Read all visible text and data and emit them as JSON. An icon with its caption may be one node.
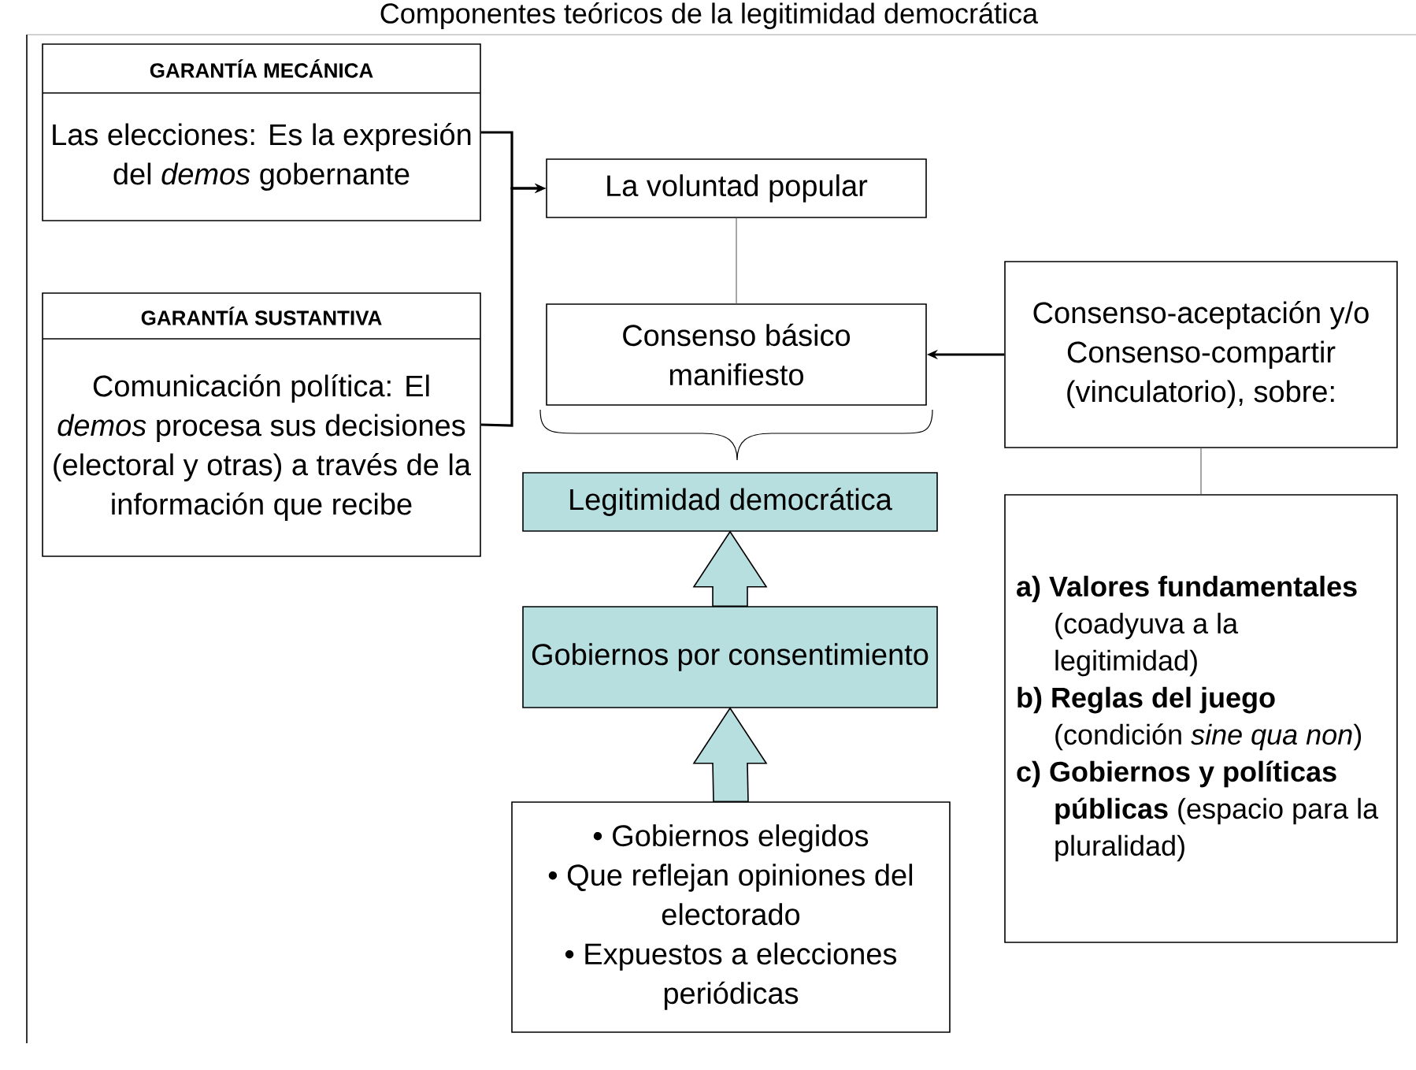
{
  "diagram": {
    "title": "Componentes teóricos de la legitimidad democrática",
    "nodes": [
      {
        "text": [
          "GARANTÍA MECÁNICA",
          "Las elecciones: Es la expresión del *demos* gobernante"
        ]
      },
      {
        "text": [
          "GARANTÍA SUSTANTIVA",
          "Comunicación política: El *demos* procesa sus decisiones (electoral y otras) a través de la información que recibe"
        ]
      },
      {
        "text": [
          "La voluntad popular"
        ]
      },
      {
        "text": [
          "Consenso básico manifiesto"
        ]
      },
      {
        "text": [
          "Consenso-aceptación y/o Consenso-compartir (vinculatorio), sobre:"
        ]
      },
      {
        "text": [
          "Legitimidad democrática"
        ]
      },
      {
        "text": [
          "Gobiernos por consentimiento"
        ]
      },
      {
        "text": [
          "• Gobiernos elegidos",
          "• Que reflejan opiniones del electorado",
          "• Expuestos a elecciones periódicas"
        ]
      },
      {
        "text": [
          "**a) Valores fundamentales** (coadyuva a la legitimidad)",
          "**b) Reglas del juego** (condición *sine qua non*)",
          "**c) Gobiernos y políticas públicas** (espacio para la pluralidad)"
        ]
      }
    ],
    "edges": [
      {
        "from": 0,
        "to": 2,
        "arrow": "to"
      },
      {
        "from": 1,
        "to": 2,
        "arrow": "to"
      },
      {
        "from": 2,
        "to": 3,
        "arrow": "none",
        "color": "#808080"
      },
      {
        "from": 4,
        "to": 3,
        "arrow": "to"
      },
      {
        "from": 4,
        "to": 8,
        "arrow": "none",
        "color": "#808080"
      },
      {
        "from": 6,
        "to": 5,
        "arrow": "to",
        "style": "thick",
        "color": "#b7dfe0"
      },
      {
        "from": 7,
        "to": 6,
        "arrow": "to",
        "style": "thick",
        "color": "#b7dfe0"
      }
    ]
  }
}
